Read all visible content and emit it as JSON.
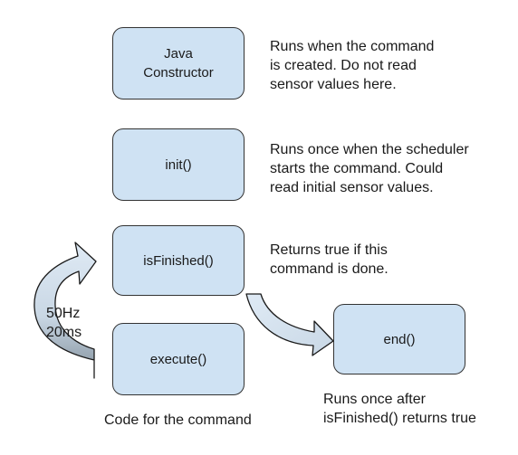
{
  "boxes": {
    "constructor": "Java\nConstructor",
    "init": "init()",
    "isFinished": "isFinished()",
    "execute": "execute()",
    "end": "end()"
  },
  "descriptions": {
    "constructor": "Runs when the command\nis created.  Do not read\nsensor values here.",
    "init": "Runs once when the scheduler\nstarts the command.  Could\nread initial sensor values.",
    "isFinished": "Returns true if this\ncommand is done.",
    "end": "Runs once after\nisFinished() returns true"
  },
  "loop_label": "50Hz\n20ms",
  "caption": "Code for the command",
  "colors": {
    "box_fill": "#cfe2f3",
    "arrow_light": "#d8e6f3",
    "arrow_dark": "#8e9aa6"
  }
}
